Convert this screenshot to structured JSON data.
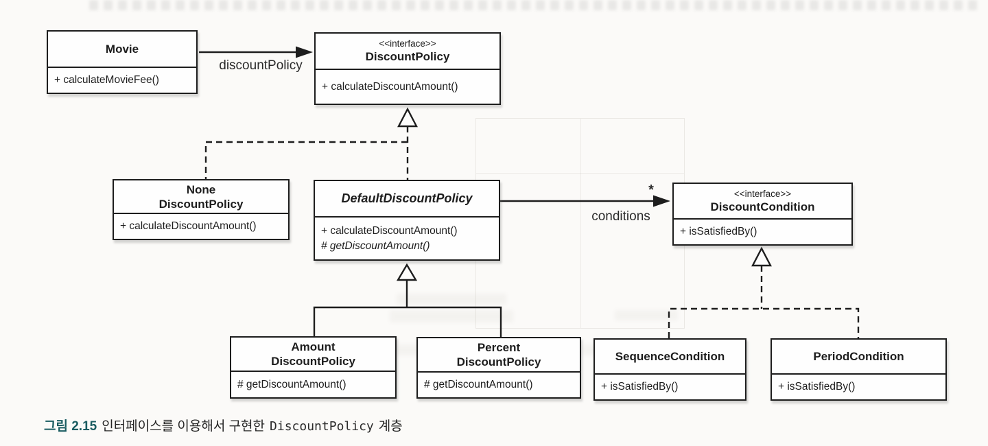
{
  "diagram": {
    "classes": {
      "movie": {
        "name": "Movie",
        "methods": [
          "+ calculateMovieFee()"
        ]
      },
      "discount_policy": {
        "stereotype": "<<interface>>",
        "name": "DiscountPolicy",
        "methods": [
          "+ calculateDiscountAmount()"
        ]
      },
      "none_discount_policy": {
        "name": "None\nDiscountPolicy",
        "methods": [
          "+ calculateDiscountAmount()"
        ]
      },
      "default_discount_policy": {
        "name": "DefaultDiscountPolicy",
        "methods": [
          "+ calculateDiscountAmount()",
          "# getDiscountAmount()"
        ]
      },
      "discount_condition": {
        "stereotype": "<<interface>>",
        "name": "DiscountCondition",
        "methods": [
          "+ isSatisfiedBy()"
        ]
      },
      "amount_discount_policy": {
        "name": "Amount\nDiscountPolicy",
        "methods": [
          "# getDiscountAmount()"
        ]
      },
      "percent_discount_policy": {
        "name": "Percent\nDiscountPolicy",
        "methods": [
          "# getDiscountAmount()"
        ]
      },
      "sequence_condition": {
        "name": "SequenceCondition",
        "methods": [
          "+ isSatisfiedBy()"
        ]
      },
      "period_condition": {
        "name": "PeriodCondition",
        "methods": [
          "+ isSatisfiedBy()"
        ]
      }
    },
    "edge_labels": {
      "movie_role": "discountPolicy",
      "conditions_role": "conditions",
      "conditions_multiplicity": "*"
    },
    "relationships": [
      {
        "type": "association",
        "from": "Movie",
        "to": "DiscountPolicy",
        "label": "discountPolicy"
      },
      {
        "type": "realization",
        "from": "NoneDiscountPolicy",
        "to": "DiscountPolicy"
      },
      {
        "type": "realization",
        "from": "DefaultDiscountPolicy",
        "to": "DiscountPolicy"
      },
      {
        "type": "association",
        "from": "DefaultDiscountPolicy",
        "to": "DiscountCondition",
        "label": "conditions",
        "multiplicity": "*"
      },
      {
        "type": "generalization",
        "from": "AmountDiscountPolicy",
        "to": "DefaultDiscountPolicy"
      },
      {
        "type": "generalization",
        "from": "PercentDiscountPolicy",
        "to": "DefaultDiscountPolicy"
      },
      {
        "type": "realization",
        "from": "SequenceCondition",
        "to": "DiscountCondition"
      },
      {
        "type": "realization",
        "from": "PeriodCondition",
        "to": "DiscountCondition"
      }
    ]
  },
  "caption": {
    "figure_label": "그림 2.15",
    "text_before_code": "인터페이스를 이용해서 구현한",
    "code": "DiscountPolicy",
    "text_after_code": "계층",
    "accent_color": "#1a5c61"
  },
  "colors": {
    "line": "#1d1d1d",
    "box_bg": "#fefefe",
    "page_bg": "#fbfaf8"
  }
}
